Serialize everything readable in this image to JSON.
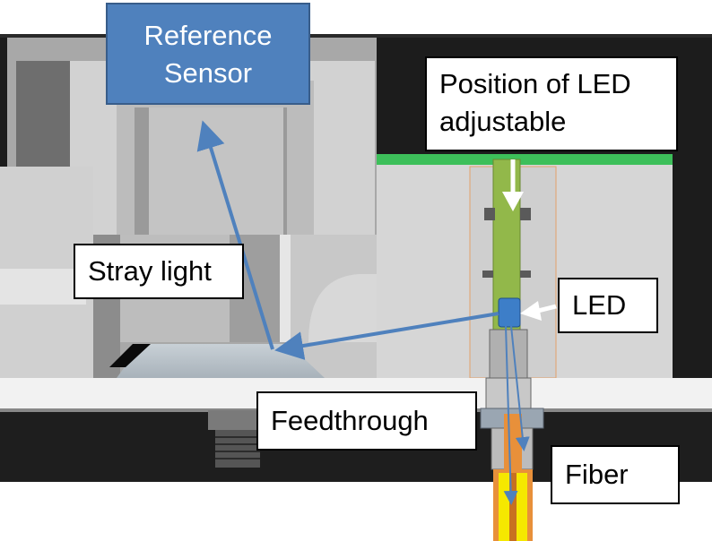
{
  "labels": {
    "reference_sensor_line1": "Reference",
    "reference_sensor_line2": "Sensor",
    "led_position_line1": "Position of LED",
    "led_position_line2": "adjustable",
    "stray_light": "Stray light",
    "led": "LED",
    "feedthrough": "Feedthrough",
    "fiber": "Fiber"
  },
  "colors": {
    "housing_dark": "#1c1c1c",
    "housing_gray": "#a8a8a8",
    "housing_light": "#d8d8d8",
    "pcb_green": "#3dbf5a",
    "led_carrier_green": "#92b84a",
    "led_blue": "#3d7ec8",
    "light_path_blue": "#4f81bd",
    "fiber_orange": "#e8903a",
    "fiber_yellow": "#f5e800"
  }
}
